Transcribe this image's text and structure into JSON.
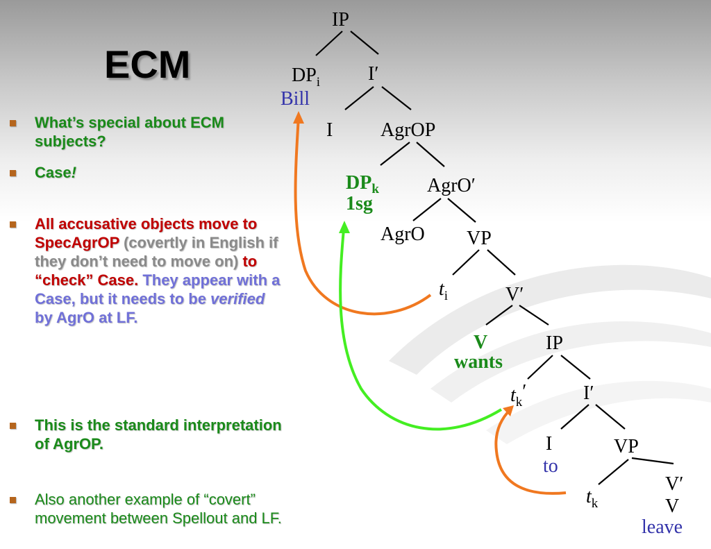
{
  "title": "ECM",
  "bullets": [
    {
      "parts": [
        {
          "text": "What’s special about ECM subjects?",
          "color": "green"
        }
      ]
    },
    {
      "parts": [
        {
          "text": "Case",
          "color": "green"
        },
        {
          "text": "!",
          "color": "green",
          "italic": true
        }
      ]
    },
    {
      "parts": [
        {
          "text": "All accusative objects move to SpecAgrOP ",
          "color": "red"
        },
        {
          "text": "(covertly in English if they don’t need to move on) ",
          "color": "gray"
        },
        {
          "text": "to “check” Case. ",
          "color": "red"
        },
        {
          "text": "They appear with a Case, but it needs to be ",
          "color": "purple"
        },
        {
          "text": "verified",
          "color": "purple",
          "italic": true
        },
        {
          "text": " by AgrO at LF.",
          "color": "purple"
        }
      ]
    },
    {
      "parts": [
        {
          "text": "This is the standard interpretation of AgrOP.",
          "color": "green"
        }
      ]
    },
    {
      "parts": [
        {
          "text": "Also another example of “covert” movement between Spellout and LF.",
          "color": "green",
          "normal": true
        }
      ]
    }
  ],
  "tree": {
    "ip_top": "IP",
    "dp": "DP",
    "dp_sub": "i",
    "bill": "Bill",
    "ibar_top": "I′",
    "i_top": "I",
    "agrop": "AgrOP",
    "dpk": "DP",
    "dpk_sub": "k",
    "onesg": "1sg",
    "agrobar": "AgrO′",
    "agro": "AgrO",
    "vp_top": "VP",
    "t_i": "t",
    "t_i_sub": "i",
    "vbar": "V′",
    "v": "V",
    "wants": "wants",
    "ip_mid": "IP",
    "t_k_prime": "t",
    "t_k_prime_sub": "k",
    "t_k_prime_mark": "′",
    "ibar_mid": "I′",
    "i_mid": "I",
    "to": "to",
    "vp_bot": "VP",
    "t_k": "t",
    "t_k_sub": "k",
    "vbar_bot": "V′",
    "v_bot": "V",
    "leave": "leave"
  },
  "colors": {
    "arrow_orange": "#f07820",
    "arrow_green": "#44ee22",
    "bullet_marker": "#b5651d",
    "text_green": "#1a8a1a",
    "text_red": "#c00000",
    "text_purple": "#7070d8",
    "text_blue": "#3333aa"
  }
}
